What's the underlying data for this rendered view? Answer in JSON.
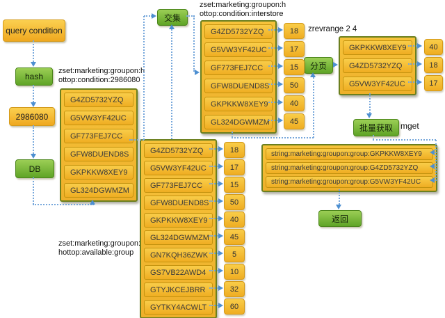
{
  "nodes": {
    "query_condition": {
      "label": "query condition"
    },
    "hash": {
      "label": "hash"
    },
    "condition_value": {
      "label": "2986080"
    },
    "db": {
      "label": "DB"
    },
    "intersect": {
      "label": "交集"
    },
    "paging": {
      "label": "分页"
    },
    "batch_get": {
      "label": "批量获取"
    },
    "return": {
      "label": "返回"
    }
  },
  "labels": {
    "condition_key_line1": "zset:marketing:groupon:h",
    "condition_key_line2": "ottop:condition:2986080",
    "interstore_key_line1": "zset:marketing:groupon:h",
    "interstore_key_line2": "ottop:condition:interstore",
    "available_key_line1": "zset:marketing:groupon:",
    "available_key_line2": "hottop:available:group",
    "zrevrange": "zrevrange 2 4",
    "mget": "mget"
  },
  "lists": {
    "condition": {
      "items": [
        "G4ZD5732YZQ",
        "G5VW3YF42UC",
        "GF773FEJ7CC",
        "GFW8DUEND8S",
        "GKPKKW8XEY9",
        "GL324DGWMZM"
      ]
    },
    "interstore": {
      "items": [
        {
          "member": "G4ZD5732YZQ",
          "score": "18"
        },
        {
          "member": "G5VW3YF42UC",
          "score": "17"
        },
        {
          "member": "GF773FEJ7CC",
          "score": "15"
        },
        {
          "member": "GFW8DUEND8S",
          "score": "50"
        },
        {
          "member": "GKPKKW8XEY9",
          "score": "40"
        },
        {
          "member": "GL324DGWMZM",
          "score": "45"
        }
      ]
    },
    "page": {
      "items": [
        {
          "member": "GKPKKW8XEY9",
          "score": "40"
        },
        {
          "member": "G4ZD5732YZQ",
          "score": "18"
        },
        {
          "member": "G5VW3YF42UC",
          "score": "17"
        }
      ]
    },
    "available": {
      "items": [
        {
          "member": "G4ZD5732YZQ",
          "score": "18"
        },
        {
          "member": "G5VW3YF42UC",
          "score": "17"
        },
        {
          "member": "GF773FEJ7CC",
          "score": "15"
        },
        {
          "member": "GFW8DUEND8S",
          "score": "50"
        },
        {
          "member": "GKPKKW8XEY9",
          "score": "40"
        },
        {
          "member": "GL324DGWMZM",
          "score": "45"
        },
        {
          "member": "GN7KQH36ZWK",
          "score": "5"
        },
        {
          "member": "GS7VB22AWD4",
          "score": "10"
        },
        {
          "member": "GTYJKCEJBRR",
          "score": "32"
        },
        {
          "member": "GYTKY4ACWLT",
          "score": "60"
        }
      ]
    },
    "strings": {
      "items": [
        "string:marketing:groupon:group:GKPKKW8XEY9",
        "string:marketing:groupon:group:G4ZD5732YZQ",
        "string:marketing:groupon:group:G5VW3YF42UC"
      ]
    }
  },
  "colors": {
    "box_orange": "#F5B82E",
    "box_green": "#6EB03A",
    "arrow_blue": "#5B9BD5",
    "list_border": "#6B7F1E"
  }
}
